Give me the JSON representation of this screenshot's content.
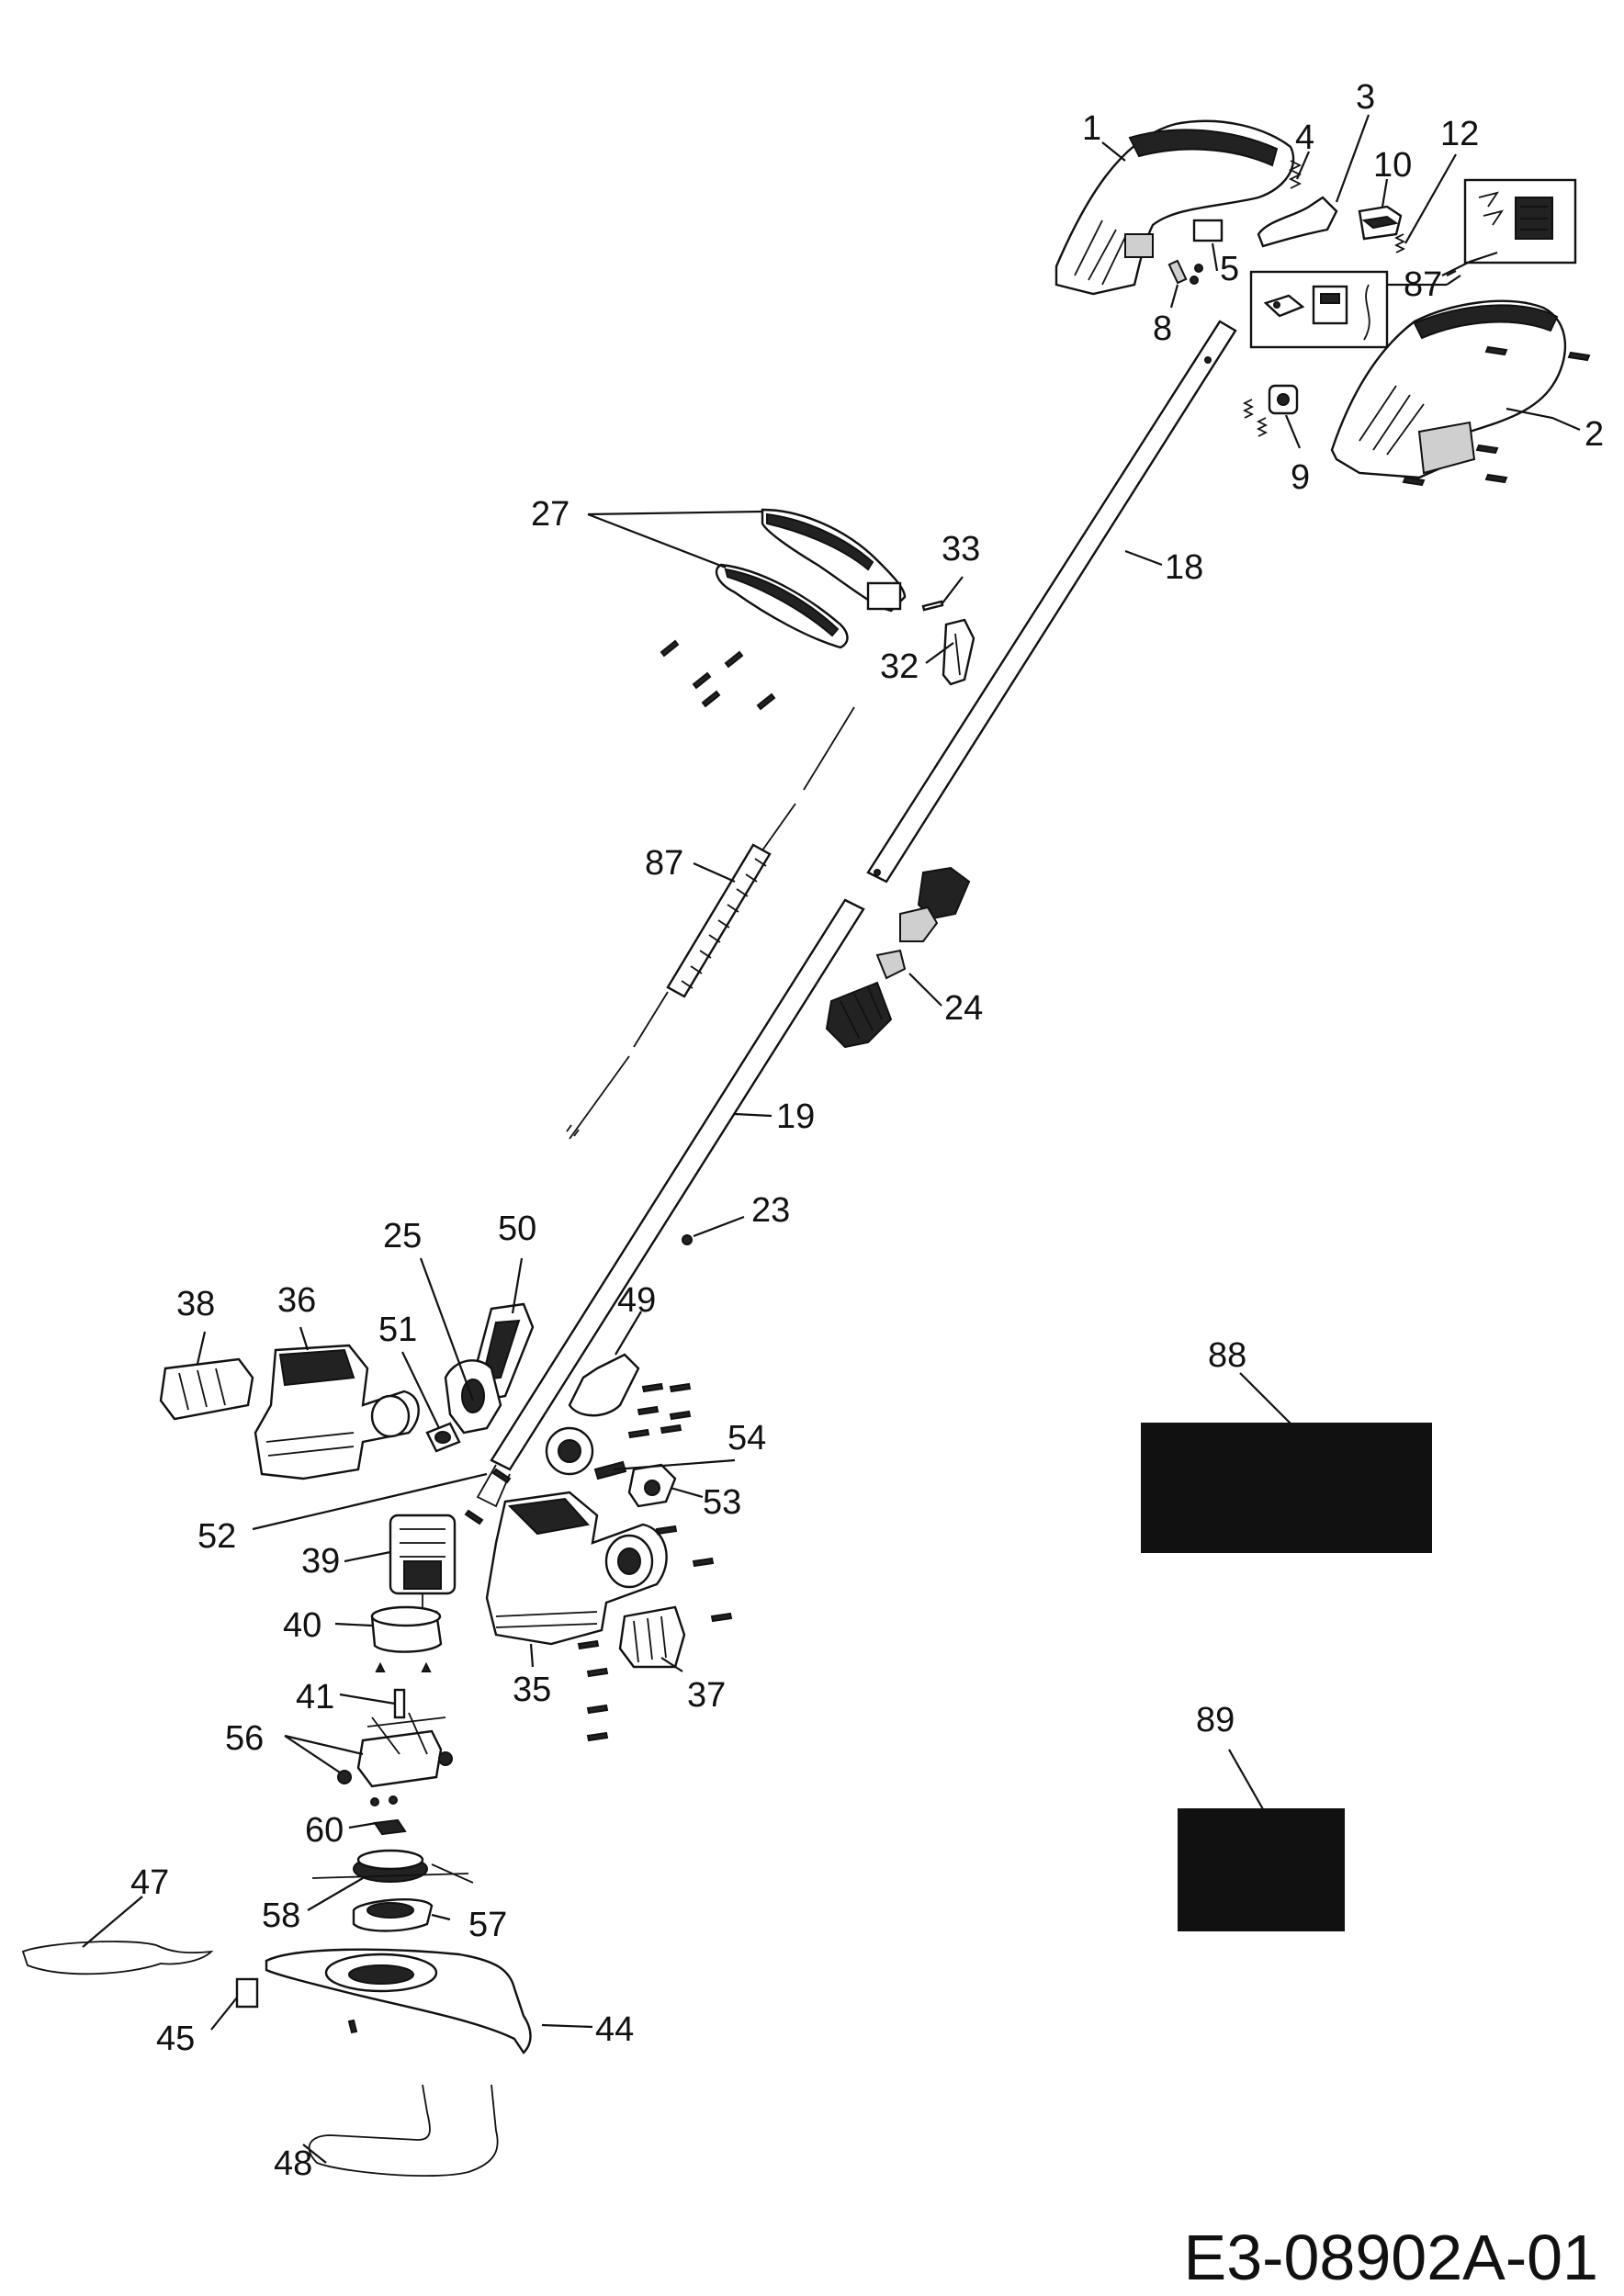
{
  "diagram_code": "E3-08902A-01",
  "callouts": {
    "p1": "1",
    "p2": "2",
    "p3": "3",
    "p4": "4",
    "p5": "5",
    "p8": "8",
    "p9": "9",
    "p10": "10",
    "p12": "12",
    "p87a": "87",
    "p18": "18",
    "p27": "27",
    "p33": "33",
    "p32": "32",
    "p87b": "87",
    "p24": "24",
    "p19": "19",
    "p23": "23",
    "p25": "25",
    "p50": "50",
    "p49": "49",
    "p38": "38",
    "p36": "36",
    "p51": "51",
    "p54": "54",
    "p53": "53",
    "p52": "52",
    "p39": "39",
    "p40": "40",
    "p35": "35",
    "p37": "37",
    "p41": "41",
    "p56": "56",
    "p60": "60",
    "p47": "47",
    "p58": "58",
    "p57": "57",
    "p45": "45",
    "p44": "44",
    "p48": "48",
    "p88": "88",
    "p89": "89"
  }
}
